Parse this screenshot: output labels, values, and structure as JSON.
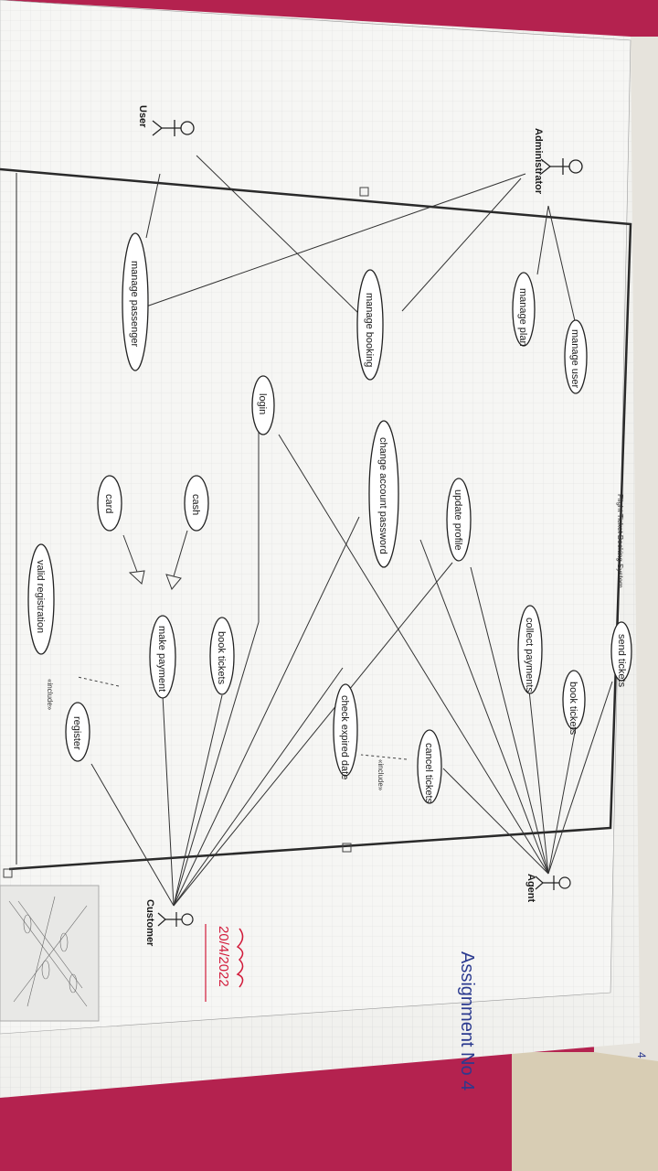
{
  "title": "Flight Ticket Booking System",
  "actors": [
    {
      "id": "administrator",
      "label": "Administrator"
    },
    {
      "id": "user",
      "label": "User"
    },
    {
      "id": "agent",
      "label": "Agent"
    },
    {
      "id": "customer",
      "label": "Customer"
    }
  ],
  "use_cases": [
    {
      "id": "manage-user",
      "label": "manage user"
    },
    {
      "id": "manage-plan",
      "label": "manage plan"
    },
    {
      "id": "manage-booking",
      "label": "manage booking"
    },
    {
      "id": "manage-passenger",
      "label": "manage passenger"
    },
    {
      "id": "login",
      "label": "login"
    },
    {
      "id": "change-account-password",
      "label": "change account password"
    },
    {
      "id": "update-profile",
      "label": "update profile"
    },
    {
      "id": "cash",
      "label": "cash"
    },
    {
      "id": "card",
      "label": "card"
    },
    {
      "id": "valid-registration",
      "label": "valid registration"
    },
    {
      "id": "send-tickets",
      "label": "send tickets"
    },
    {
      "id": "book-tickets-agent",
      "label": "book tickets"
    },
    {
      "id": "collect-payments",
      "label": "collect payments"
    },
    {
      "id": "book-tickets-customer",
      "label": "book tickets"
    },
    {
      "id": "make-payment",
      "label": "make payment"
    },
    {
      "id": "register",
      "label": "register"
    },
    {
      "id": "cancel-tickets",
      "label": "cancel tickets"
    },
    {
      "id": "check-expired-date",
      "label": "check expired date"
    }
  ],
  "relations": {
    "include_label": "«include»"
  },
  "handwriting": {
    "assignment": "Assignment No 4",
    "signature_date": "20/4/2022",
    "page_number": "4"
  },
  "colors": {
    "binder": "#b4224f",
    "paper": "#f2f2ef",
    "ink_red": "#d21a3a",
    "ink_blue": "#2b3a8f",
    "line": "#2a2a2a"
  }
}
